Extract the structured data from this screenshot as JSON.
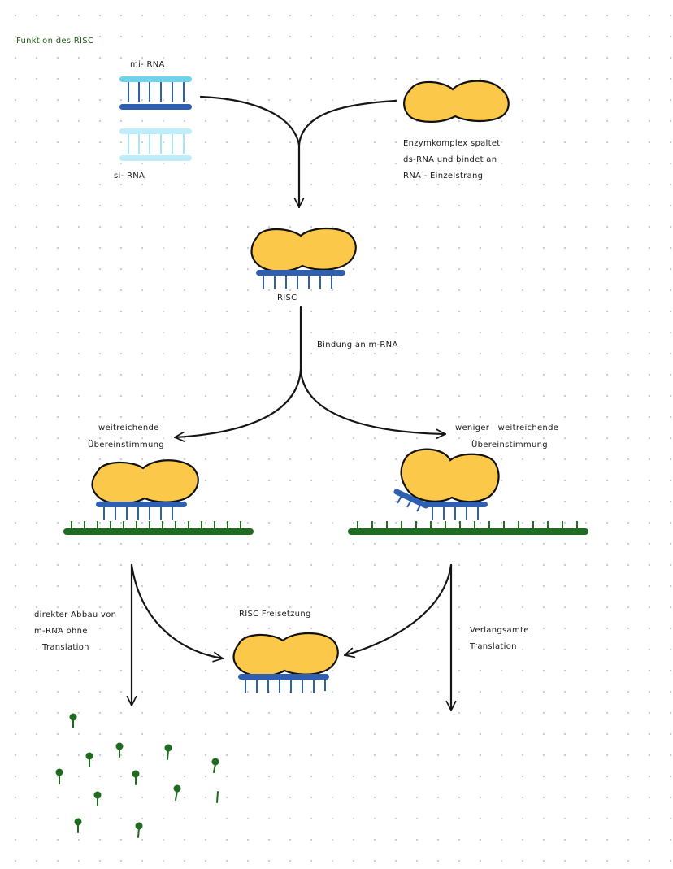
{
  "title": "Funktion des RISC",
  "labels": {
    "mi_rna": "mi- RNA",
    "si_rna": "si- RNA",
    "enzyme_note": [
      "Enzymkomplex spaltet",
      "ds-RNA und bindet an",
      "RNA - Einzelstrang"
    ],
    "risc": "RISC",
    "binding": "Bindung an m-RNA",
    "full_match": [
      "weitreichende",
      "Übereinstimmung"
    ],
    "partial_match": [
      "weniger   weitreichende",
      "Übereinstimmung"
    ],
    "degradation": [
      "direkter Abbau von",
      "m-RNA ohne",
      "Translation"
    ],
    "release": "RISC Freisetzung",
    "slowed": [
      "Verlangsamte",
      "Translation"
    ]
  },
  "colors": {
    "enzyme": "#fbc84a",
    "outline": "#111111",
    "guide_strand": "#2e5fb0",
    "mi_rna_strand": "#6fd3ec",
    "si_rna_strand": "#bfeefa",
    "m_rna": "#1f6b1f",
    "fragments": "#1f6b1f"
  }
}
